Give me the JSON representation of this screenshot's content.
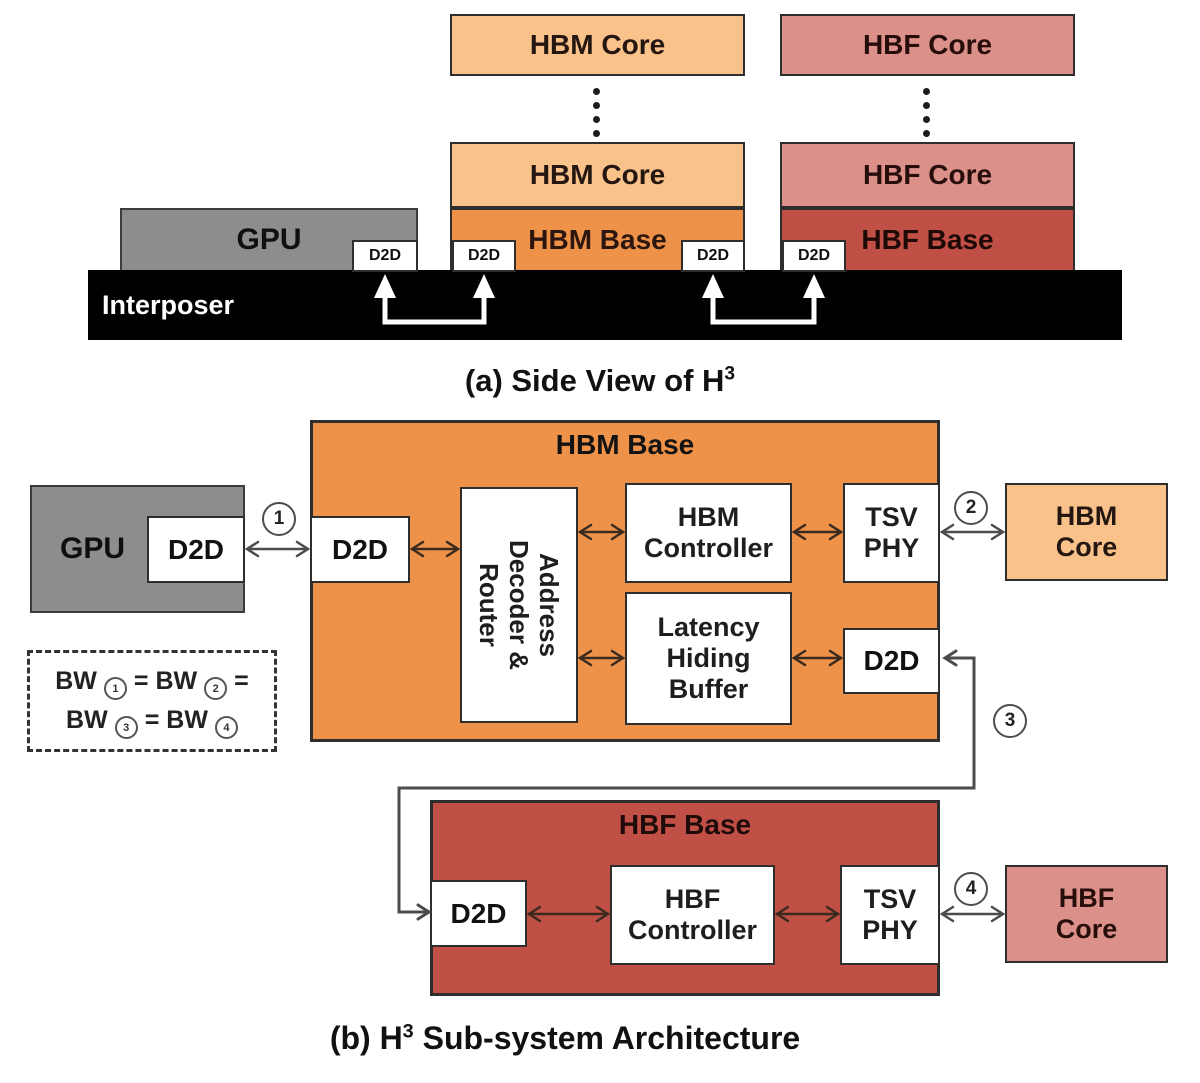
{
  "side_view": {
    "caption": {
      "prefix": "(a) Side View of H",
      "sup": "3"
    },
    "interposer_label": "Interposer",
    "gpu_label": "GPU",
    "d2d_label": "D2D",
    "hbm": {
      "core_label": "HBM Core",
      "base_label": "HBM Base"
    },
    "hbf": {
      "core_label": "HBF Core",
      "base_label": "HBF Base"
    }
  },
  "architecture": {
    "caption": {
      "prefix": "(b) H",
      "sup": "3",
      "suffix": " Sub-system Architecture"
    },
    "gpu_label": "GPU",
    "d2d_label": "D2D",
    "hbm_base": {
      "title": "HBM Base",
      "address_decoder_router": "Address\nDecoder &\nRouter",
      "hbm_controller": "HBM\nController",
      "tsv_phy": "TSV\nPHY",
      "latency_hiding_buffer": "Latency\nHiding\nBuffer",
      "d2d_label": "D2D"
    },
    "hbf_base": {
      "title": "HBF Base",
      "hbf_controller": "HBF\nController",
      "tsv_phy": "TSV\nPHY",
      "d2d_label": "D2D"
    },
    "hbm_core_label": "HBM\nCore",
    "hbf_core_label": "HBF\nCore",
    "link_numbers": {
      "n1": "1",
      "n2": "2",
      "n3": "3",
      "n4": "4"
    },
    "bw_legend": {
      "bw": "BW",
      "eq": "=",
      "n1": "1",
      "n2": "2",
      "n3": "3",
      "n4": "4"
    }
  },
  "colors": {
    "hbm_core": "#F9C28B",
    "hbm_base": "#EF9249",
    "hbf_core": "#DC908A",
    "hbf_base": "#C04F45",
    "gpu": "#8D8D8D",
    "interposer": "#000000",
    "arrow_dark": "#3b2b1f",
    "arrow_gray": "#4c4c4c",
    "arrow_white": "#ffffff"
  }
}
